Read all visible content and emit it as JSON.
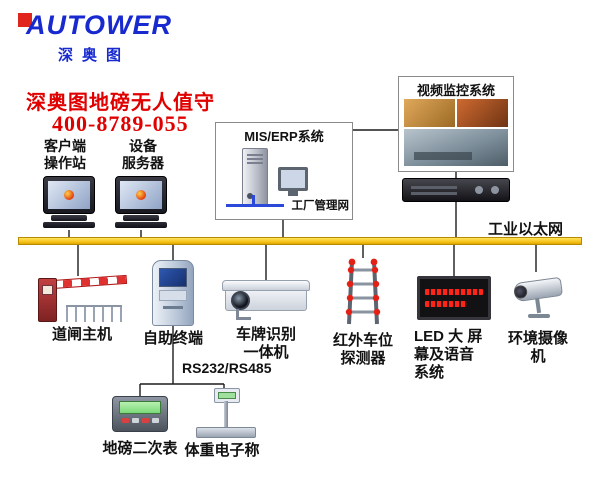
{
  "logo": {
    "brand": "AUTOWER",
    "subtitle": "深奥图"
  },
  "header": {
    "title": "深奥图地磅无人值守",
    "phone": "400-8789-055"
  },
  "workstations": {
    "client": {
      "line1": "客户端",
      "line2": "操作站"
    },
    "server": {
      "line1": "设备",
      "line2": "服务器"
    }
  },
  "mis_box": {
    "title": "MIS/ERP系统",
    "network_label": "工厂管理网"
  },
  "video_box": {
    "title": "视频监控系统"
  },
  "bus": {
    "label": "工业以太网"
  },
  "devices": {
    "barrier": {
      "label": "道闸主机"
    },
    "kiosk": {
      "label": "自助终端"
    },
    "lpr": {
      "line1": "车牌识别",
      "line2": "一体机"
    },
    "infrared": {
      "line1": "红外车位",
      "line2": "探测器"
    },
    "led": {
      "line1": "LED 大 屏",
      "line2": "幕及语音",
      "line3": "系统"
    },
    "envcam": {
      "line1": "环境摄像",
      "line2": "机"
    }
  },
  "serial": {
    "label": "RS232/RS485"
  },
  "sub_devices": {
    "indicator": {
      "label": "地磅二次表"
    },
    "scale": {
      "label": "体重电子称"
    }
  },
  "colors": {
    "accent_red": "#e00000",
    "brand_blue": "#1729cf",
    "bus_yellow": "#f7c51e"
  }
}
